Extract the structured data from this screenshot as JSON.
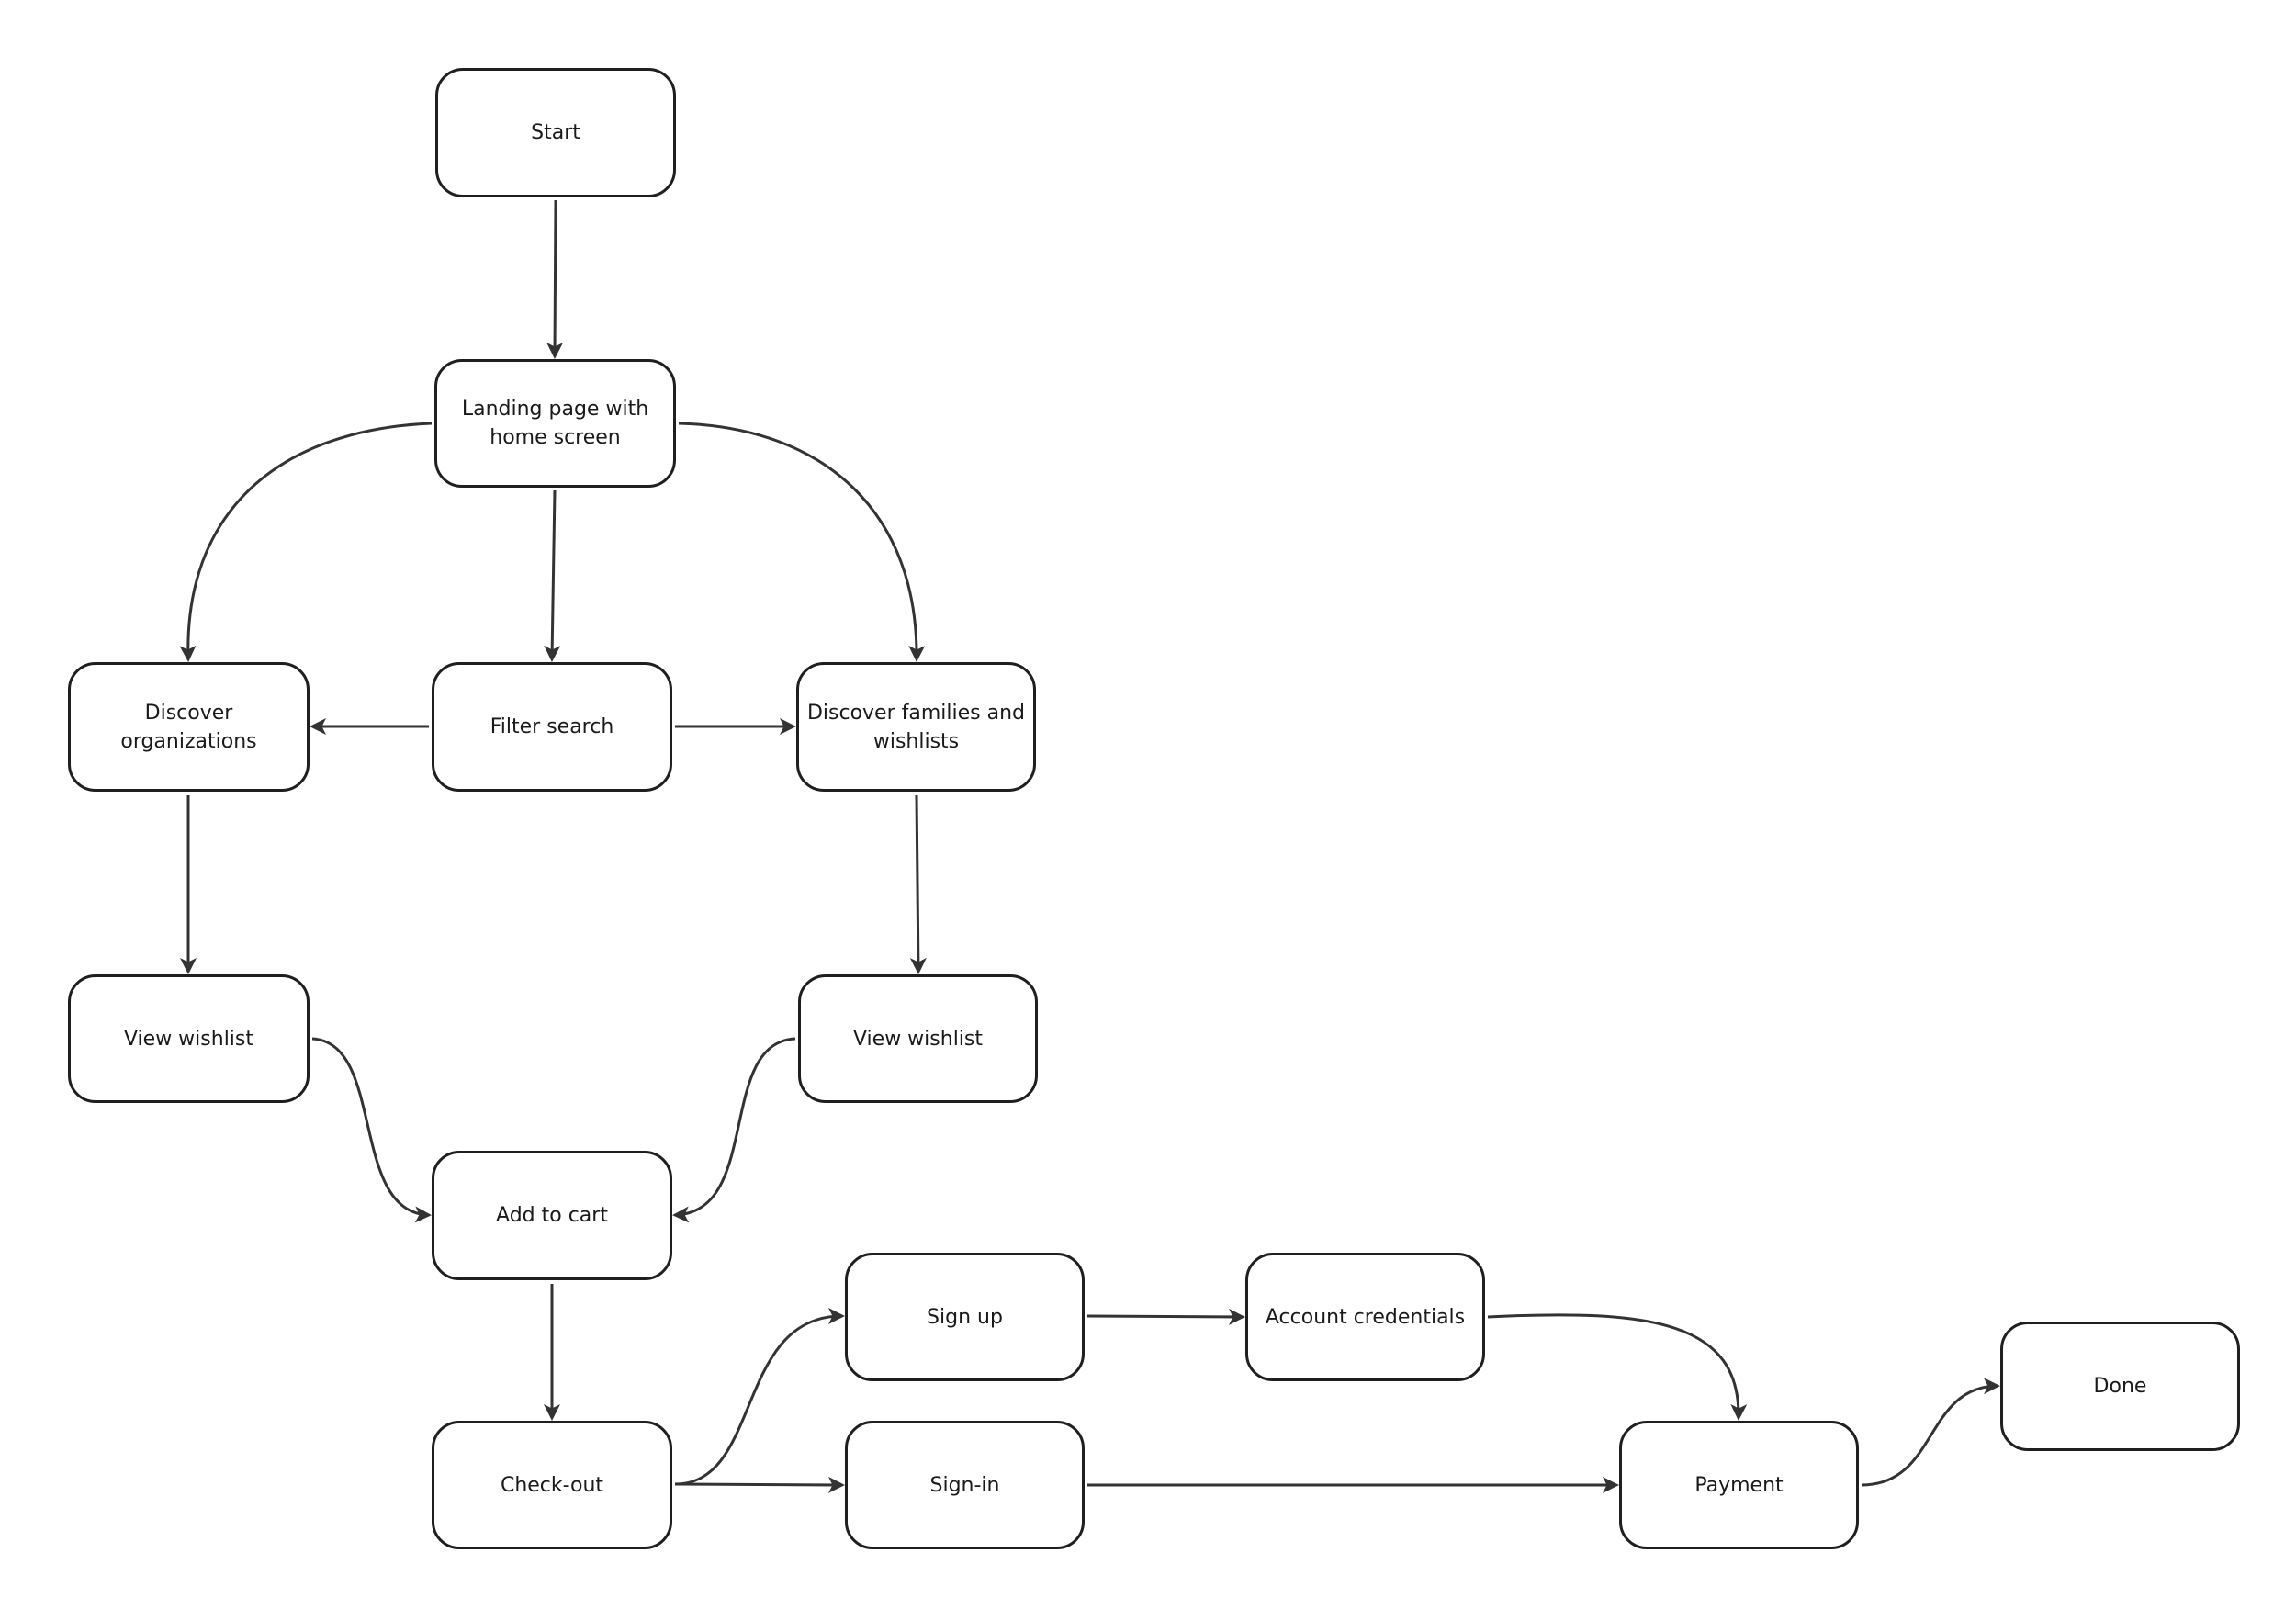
{
  "diagram": {
    "nodes": [
      {
        "id": "start",
        "label": "Start"
      },
      {
        "id": "landing",
        "label": "Landing page with home screen"
      },
      {
        "id": "discover_orgs",
        "label": "Discover organizations"
      },
      {
        "id": "filter_search",
        "label": "Filter search"
      },
      {
        "id": "discover_families",
        "label": "Discover families and wishlists"
      },
      {
        "id": "view_wishlist_left",
        "label": "View wishlist"
      },
      {
        "id": "view_wishlist_right",
        "label": "View wishlist"
      },
      {
        "id": "add_to_cart",
        "label": "Add to cart"
      },
      {
        "id": "checkout",
        "label": "Check-out"
      },
      {
        "id": "sign_up",
        "label": "Sign up"
      },
      {
        "id": "sign_in",
        "label": "Sign-in"
      },
      {
        "id": "account_credentials",
        "label": "Account credentials"
      },
      {
        "id": "payment",
        "label": "Payment"
      },
      {
        "id": "done",
        "label": "Done"
      }
    ],
    "edges": [
      {
        "from": "start",
        "to": "landing"
      },
      {
        "from": "landing",
        "to": "discover_orgs"
      },
      {
        "from": "landing",
        "to": "filter_search"
      },
      {
        "from": "landing",
        "to": "discover_families"
      },
      {
        "from": "filter_search",
        "to": "discover_orgs"
      },
      {
        "from": "filter_search",
        "to": "discover_families"
      },
      {
        "from": "discover_orgs",
        "to": "view_wishlist_left"
      },
      {
        "from": "discover_families",
        "to": "view_wishlist_right"
      },
      {
        "from": "view_wishlist_left",
        "to": "add_to_cart"
      },
      {
        "from": "view_wishlist_right",
        "to": "add_to_cart"
      },
      {
        "from": "add_to_cart",
        "to": "checkout"
      },
      {
        "from": "checkout",
        "to": "sign_up"
      },
      {
        "from": "checkout",
        "to": "sign_in"
      },
      {
        "from": "sign_up",
        "to": "account_credentials"
      },
      {
        "from": "account_credentials",
        "to": "payment"
      },
      {
        "from": "sign_in",
        "to": "payment"
      },
      {
        "from": "payment",
        "to": "done"
      }
    ],
    "colors": {
      "stroke": "#1f1f1f",
      "arrow": "#333333",
      "background": "#ffffff"
    }
  }
}
